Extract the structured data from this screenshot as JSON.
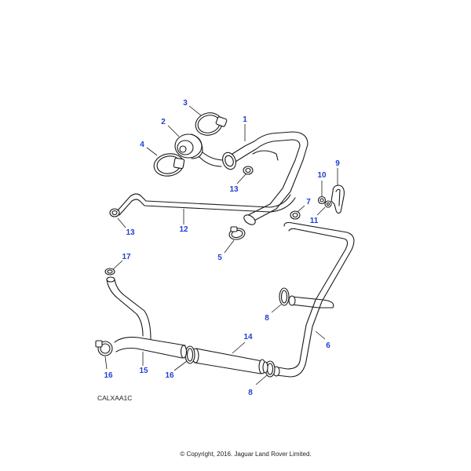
{
  "callouts": {
    "c1": "1",
    "c2": "2",
    "c3": "3",
    "c4": "4",
    "c5": "5",
    "c6": "6",
    "c7": "7",
    "c8a": "8",
    "c8b": "8",
    "c9": "9",
    "c10": "10",
    "c11": "11",
    "c12": "12",
    "c13a": "13",
    "c13b": "13",
    "c14": "14",
    "c15": "15",
    "c16a": "16",
    "c16b": "16",
    "c17": "17"
  },
  "diagram_code": "CALXAA1C",
  "copyright": "© Copyright, 2016. Jaguar Land Rover Limited.",
  "colors": {
    "callout": "#1f3fd1",
    "line": "#1a1a1a"
  }
}
